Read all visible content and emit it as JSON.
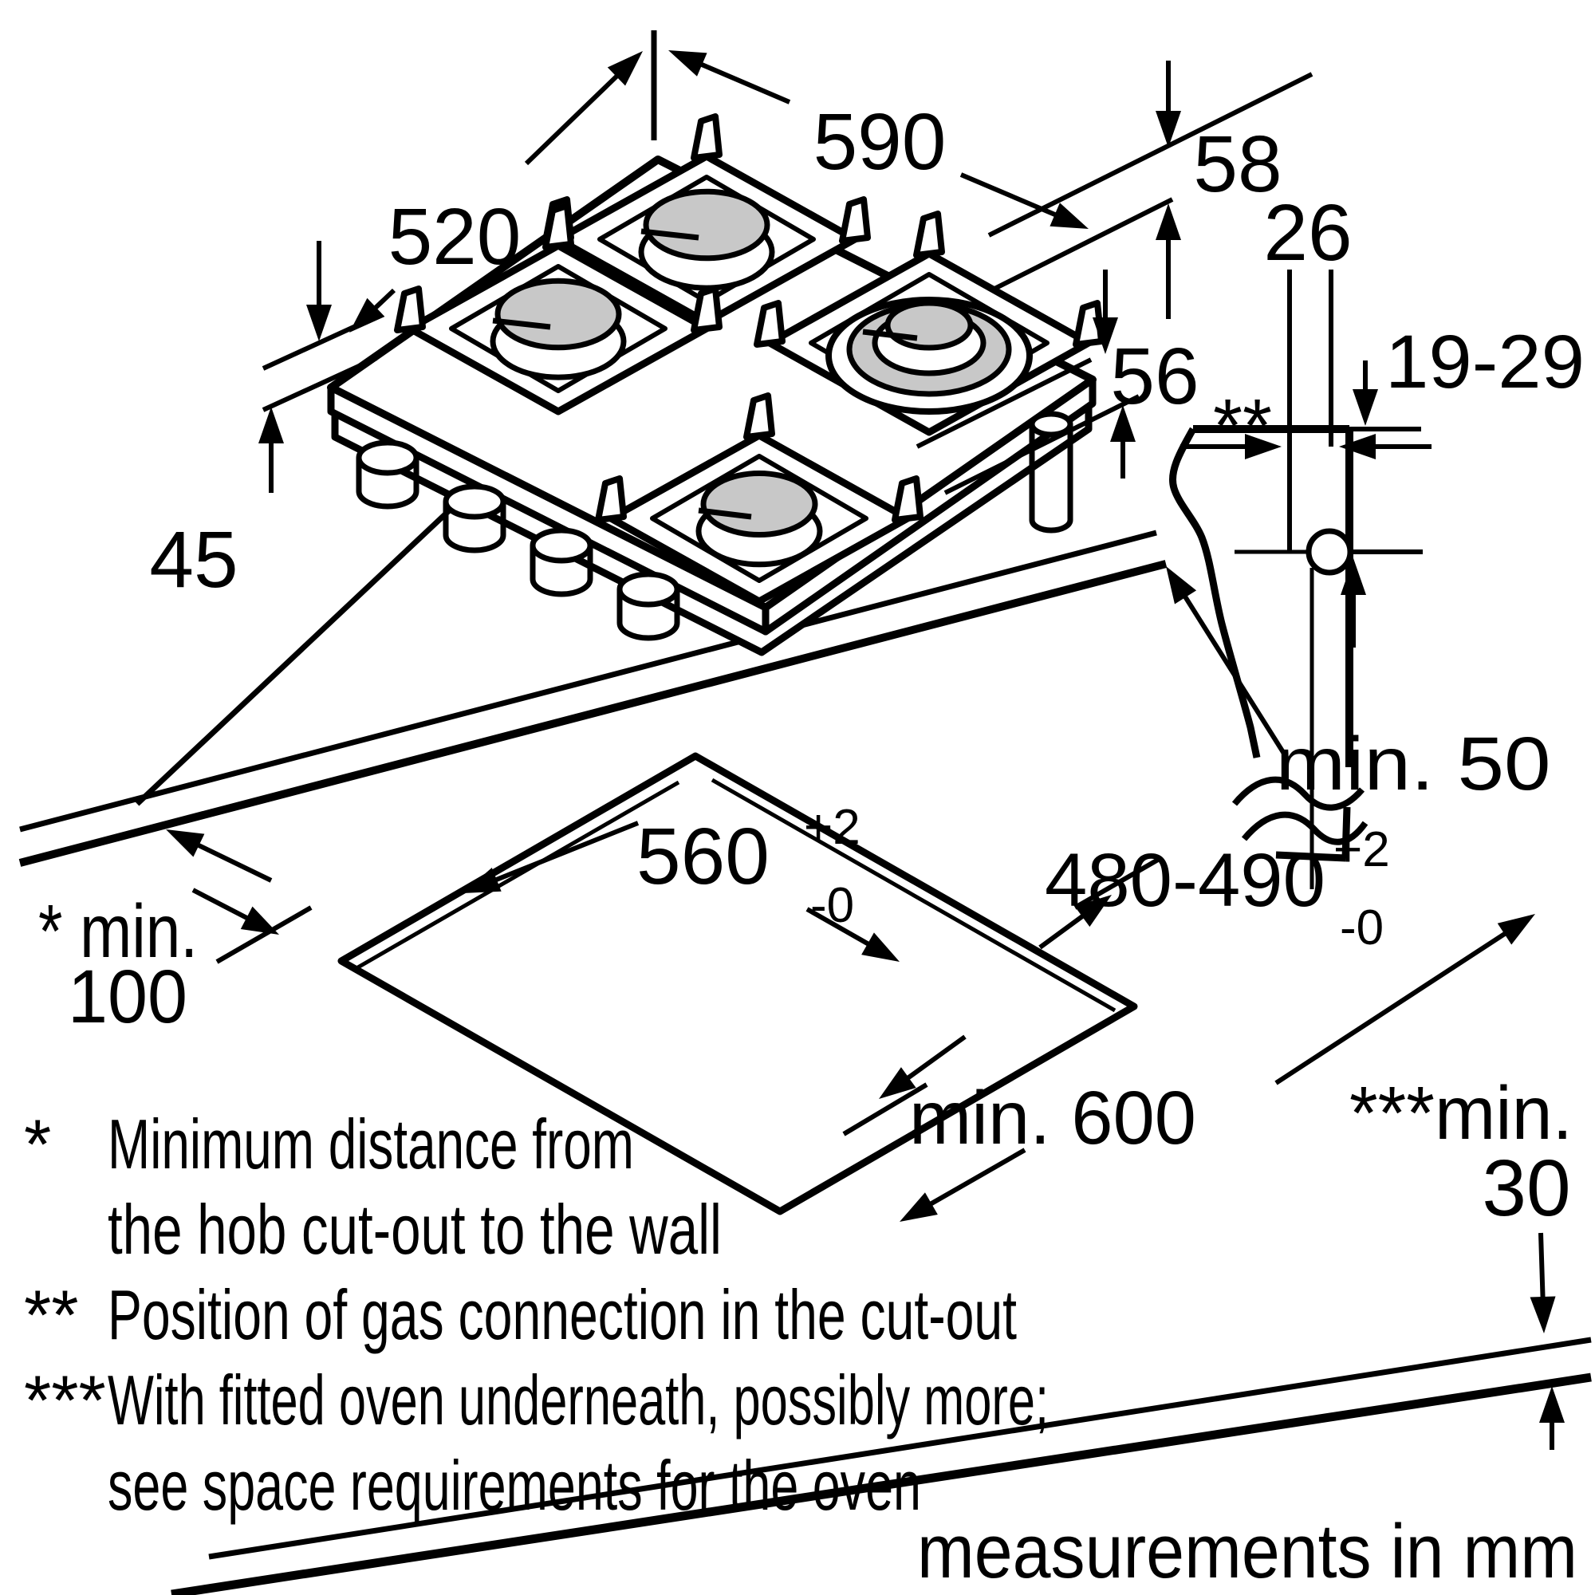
{
  "figure": {
    "subject": "built-in gas hob installation drawing",
    "burner_count": 4
  },
  "labels": {
    "d520": "520",
    "d590": "590",
    "d58": "58",
    "d45": "45",
    "d56": "56",
    "d26": "26",
    "d19_29": "19-29",
    "gas_marker": "**",
    "min50": "min. 50",
    "min100_l1": "* min.",
    "min100_l2": "100",
    "min600": "min. 600",
    "min30_l1": "***min.",
    "min30_l2": "30",
    "w560": "560",
    "w560_sup": "+2",
    "w560_sub": "-0",
    "d480": "480-490",
    "d480_sup": "+2",
    "d480_sub": "-0"
  },
  "footnotes": {
    "f1_marker": "*",
    "f1_line1": "Minimum distance from",
    "f1_line2": "the hob cut-out to the wall",
    "f2_marker": "**",
    "f2_line1": "Position of gas connection in the cut-out",
    "f3_marker": "***",
    "f3_line1": "With fitted oven underneath, possibly more;",
    "f3_line2": "see space requirements for the oven"
  },
  "caption": "measurements in mm"
}
